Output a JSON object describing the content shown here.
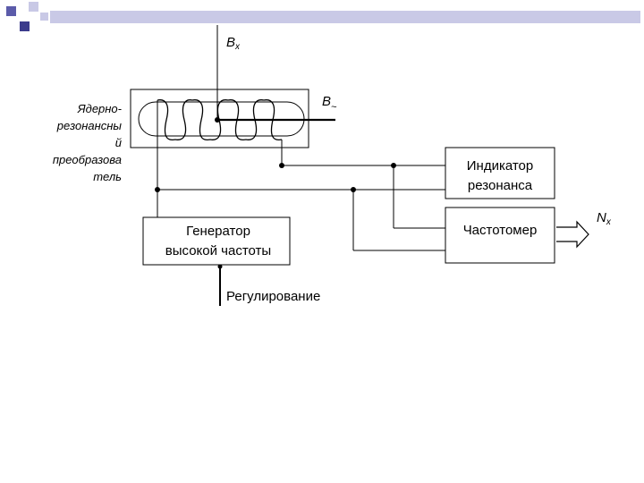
{
  "labels": {
    "bx": "B",
    "bx_sub": "x",
    "b_approx": "B",
    "b_approx_sub": "~",
    "converter_line1": "Ядерно-",
    "converter_line2": "резонансны",
    "converter_line3": "й",
    "converter_line4": "преобразова",
    "converter_line5": "тель",
    "generator_line1": "Генератор",
    "generator_line2": "высокой частоты",
    "indicator_line1": "Индикатор",
    "indicator_line2": "резонанса",
    "frequency_meter": "Частотомер",
    "nx": "N",
    "nx_sub": "x",
    "regulation": "Регулирование"
  },
  "colors": {
    "line": "#000000",
    "deco_dark": "#3b3b8c",
    "deco_mid": "#5b5baa",
    "deco_light": "#c9c9e6"
  }
}
